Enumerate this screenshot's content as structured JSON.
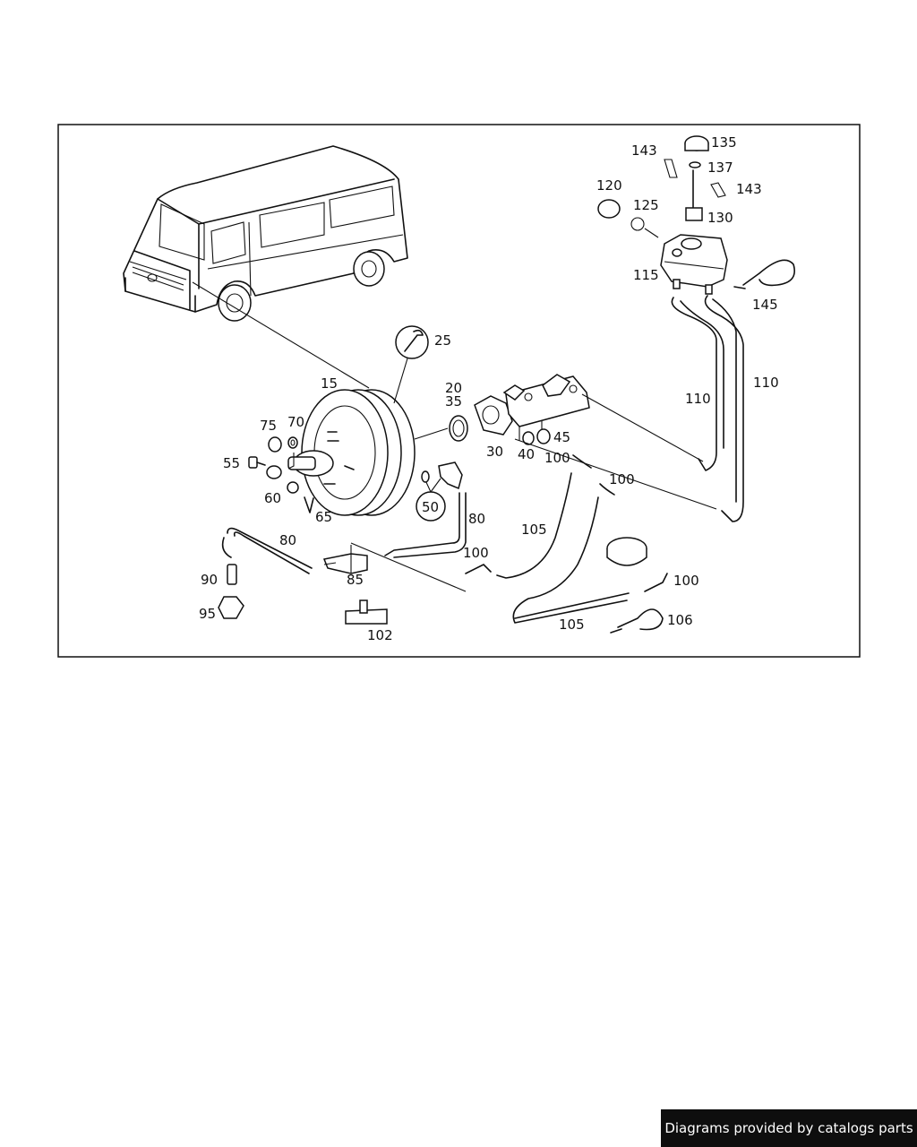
{
  "credit": "Diagrams provided by catalogs parts",
  "callouts": {
    "p15": "15",
    "p20": "20",
    "p25": "25",
    "p30": "30",
    "p35": "35",
    "p40": "40",
    "p45": "45",
    "p50": "50",
    "p55": "55",
    "p60": "60",
    "p65": "65",
    "p70": "70",
    "p75": "75",
    "p80a": "80",
    "p80b": "80",
    "p85": "85",
    "p90": "90",
    "p95": "95",
    "p100a": "100",
    "p100b": "100",
    "p100c": "100",
    "p100d": "100",
    "p102": "102",
    "p105a": "105",
    "p105b": "105",
    "p106": "106",
    "p110a": "110",
    "p110b": "110",
    "p115": "115",
    "p120": "120",
    "p125": "125",
    "p130": "130",
    "p135": "135",
    "p137": "137",
    "p143a": "143",
    "p143b": "143",
    "p145": "145"
  },
  "icons": [
    "van-icon",
    "wrench-icon",
    "brake-booster",
    "master-cylinder",
    "fluid-reservoir"
  ]
}
